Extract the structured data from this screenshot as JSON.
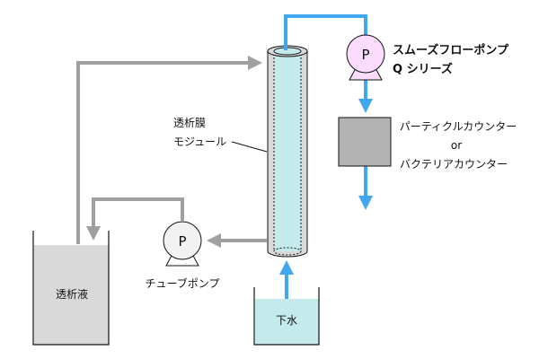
{
  "labels": {
    "membrane_module_line1": "透析膜",
    "membrane_module_line2": "モジュール",
    "smooth_pump_line1": "スムーズフローポンプ",
    "smooth_pump_line2": "Q シリーズ",
    "counter_line1": "パーティクルカウンター",
    "counter_or": "or",
    "counter_line2": "バクテリアカウンター",
    "tube_pump": "チューブポンプ",
    "dialysate": "透析液",
    "sewage": "下水",
    "pump_symbol": "P"
  },
  "colors": {
    "sample_flow": "#41a8f0",
    "dialysate_flow": "#a0a0a0",
    "smooth_pump_fill": "#fcdcfc",
    "tube_pump_fill": "#f2f2f2",
    "water_fill": "#c5eaeb",
    "dialysate_fill": "#d9d9d9",
    "counter_fill": "#b3b3b3"
  }
}
